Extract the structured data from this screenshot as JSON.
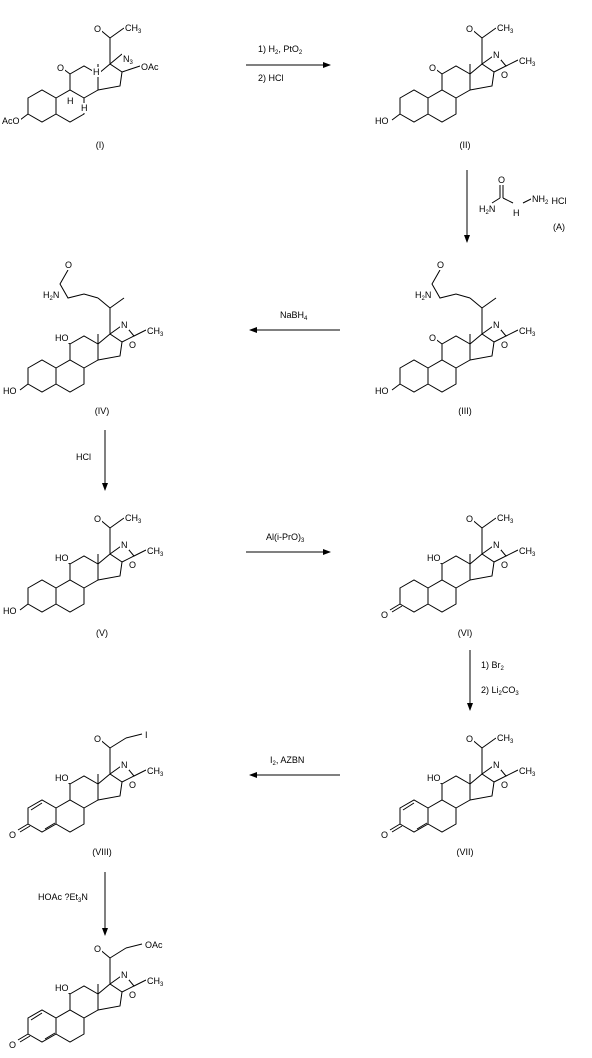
{
  "compounds": [
    {
      "id": "I",
      "label": "(I)"
    },
    {
      "id": "II",
      "label": "(II)"
    },
    {
      "id": "III",
      "label": "(III)"
    },
    {
      "id": "IV",
      "label": "(IV)"
    },
    {
      "id": "V",
      "label": "(V)"
    },
    {
      "id": "VI",
      "label": "(VI)"
    },
    {
      "id": "VII",
      "label": "(VII)"
    },
    {
      "id": "VIII",
      "label": "(VIII)"
    },
    {
      "id": "final",
      "label": ""
    }
  ],
  "reagents": {
    "step1_line1": "1) H",
    "step1_line1_sub": "2",
    "step1_line1_rest": ", PtO",
    "step1_line1_sub2": "2",
    "step1_line2": "2) HCl",
    "step2_reagent_label": "(A)",
    "step2_hcl": "· HCl",
    "step3": "NaBH",
    "step3_sub": "4",
    "step4": "HCl",
    "step5": "Al(i-PrO)",
    "step5_sub": "3",
    "step6_line1": "1) Br",
    "step6_line1_sub": "2",
    "step6_line2": "2) Li",
    "step6_line2_sub": "2",
    "step6_line2_rest": "CO",
    "step6_line2_sub2": "3",
    "step7": "I",
    "step7_sub": "2",
    "step7_rest": ", AZBN",
    "step8": "HOAc ?Et",
    "step8_sub": "3",
    "step8_rest": "N"
  },
  "atoms": {
    "O": "O",
    "N": "N",
    "N3": "N",
    "N3_sub": "3",
    "H": "H",
    "HO": "HO",
    "AcO": "AcO",
    "OAc": "OAc",
    "CH3": "CH",
    "CH3_sub": "3",
    "H2N": "H",
    "H2N_sub": "2",
    "H2N_rest": "N",
    "NH2": "NH",
    "NH2_sub": "2",
    "NH": "H",
    "I": "I"
  }
}
